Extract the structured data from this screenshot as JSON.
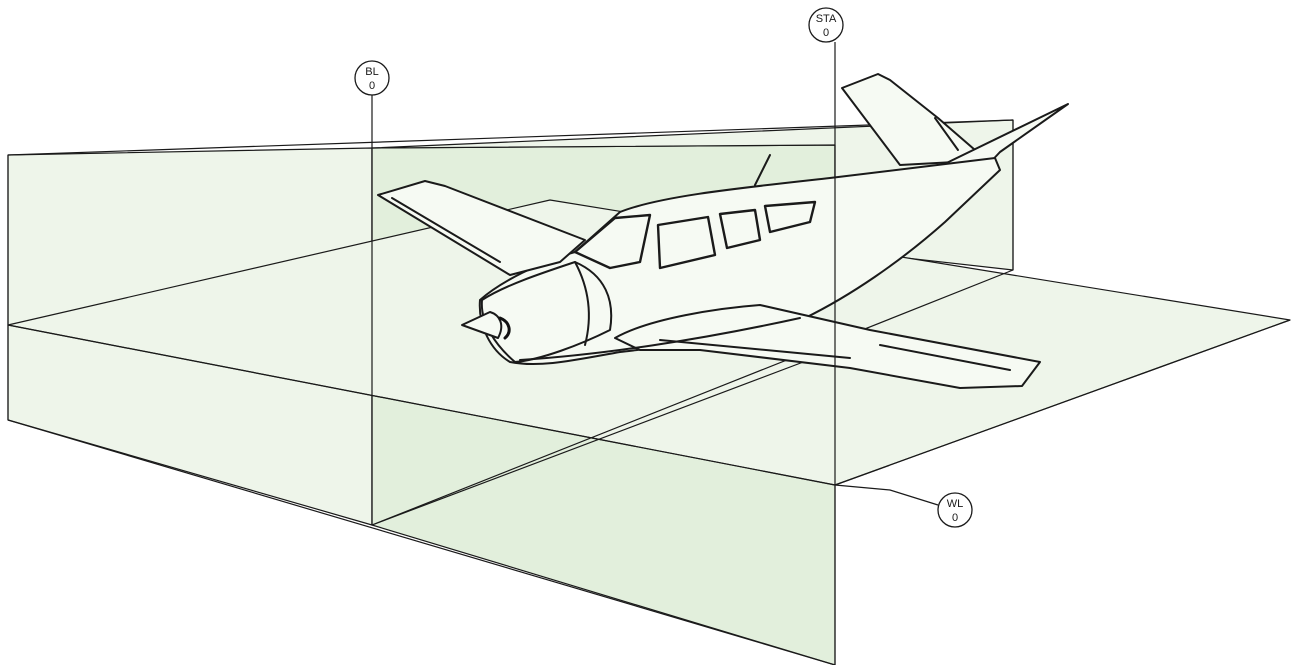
{
  "diagram": {
    "colors": {
      "plane_fill": "#eef5ea",
      "plane_fill_dark": "#e2efdc",
      "aircraft_fill": "#f6faf3",
      "line": "#1a1a1a"
    },
    "references": [
      {
        "id": "sta",
        "label": "STA",
        "value": "0"
      },
      {
        "id": "bl",
        "label": "BL",
        "value": "0"
      },
      {
        "id": "wl",
        "label": "WL",
        "value": "0"
      }
    ],
    "subject": "low-wing-single-engine-aircraft-icon"
  }
}
